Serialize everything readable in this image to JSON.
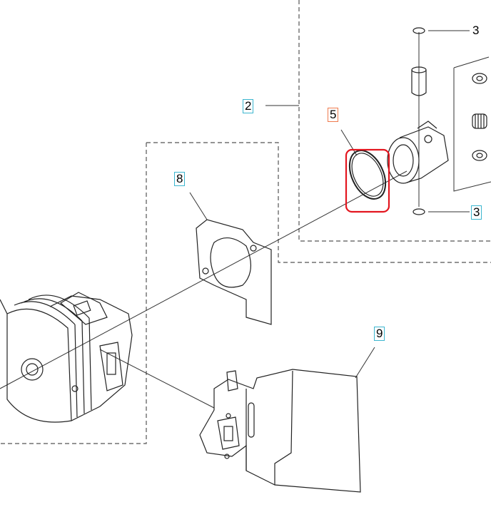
{
  "callouts": {
    "part_3_top": "3",
    "part_2": "2",
    "part_5": "5",
    "part_8": "8",
    "part_3_bottom": "3",
    "part_9": "9"
  },
  "colors": {
    "highlight": "#e3161f",
    "callout_cyan": "#3cb6cf",
    "callout_orange": "#ef7b4e"
  }
}
